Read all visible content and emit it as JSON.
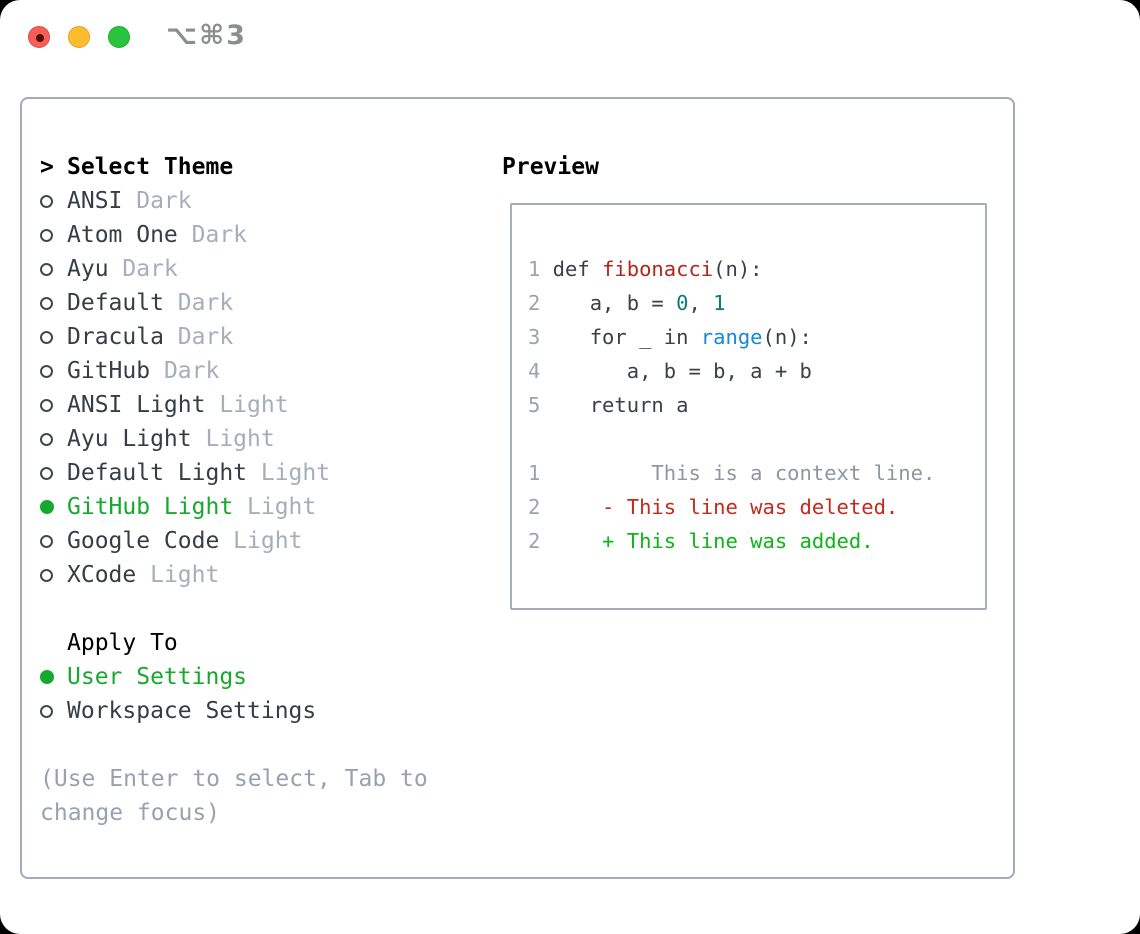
{
  "window": {
    "title": "⌥⌘3",
    "traffic_lights": [
      {
        "name": "close",
        "color": "#f65f57"
      },
      {
        "name": "minimize",
        "color": "#fdbc2f"
      },
      {
        "name": "zoom",
        "color": "#29c33d"
      }
    ]
  },
  "theme_panel": {
    "prompt": ">",
    "header": "Select Theme",
    "themes": [
      {
        "name": "ANSI",
        "variant": "Dark",
        "selected": false
      },
      {
        "name": "Atom One",
        "variant": "Dark",
        "selected": false
      },
      {
        "name": "Ayu",
        "variant": "Dark",
        "selected": false
      },
      {
        "name": "Default",
        "variant": "Dark",
        "selected": false
      },
      {
        "name": "Dracula",
        "variant": "Dark",
        "selected": false
      },
      {
        "name": "GitHub",
        "variant": "Dark",
        "selected": false
      },
      {
        "name": "ANSI Light",
        "variant": "Light",
        "selected": false
      },
      {
        "name": "Ayu Light",
        "variant": "Light",
        "selected": false
      },
      {
        "name": "Default Light",
        "variant": "Light",
        "selected": false
      },
      {
        "name": "GitHub Light",
        "variant": "Light",
        "selected": true
      },
      {
        "name": "Google Code",
        "variant": "Light",
        "selected": false
      },
      {
        "name": "XCode",
        "variant": "Light",
        "selected": false
      }
    ],
    "apply_to": {
      "header": "Apply To",
      "options": [
        {
          "name": "User Settings",
          "selected": true
        },
        {
          "name": "Workspace Settings",
          "selected": false
        }
      ]
    },
    "hint_line1": "(Use Enter to select, Tab to",
    "hint_line2": "change focus)"
  },
  "preview": {
    "header": "Preview",
    "lines": [
      {
        "num": "1",
        "tokens": [
          {
            "t": " def ",
            "c": "code"
          },
          {
            "t": "fibonacci",
            "c": "func"
          },
          {
            "t": "(n):",
            "c": "code"
          }
        ]
      },
      {
        "num": "2",
        "tokens": [
          {
            "t": "    a, b = ",
            "c": "code"
          },
          {
            "t": "0",
            "c": "num"
          },
          {
            "t": ", ",
            "c": "code"
          },
          {
            "t": "1",
            "c": "num"
          }
        ]
      },
      {
        "num": "3",
        "tokens": [
          {
            "t": "    for _ in ",
            "c": "code"
          },
          {
            "t": "range",
            "c": "builtin"
          },
          {
            "t": "(n):",
            "c": "code"
          }
        ]
      },
      {
        "num": "4",
        "tokens": [
          {
            "t": "       a, b = b, a + b",
            "c": "code"
          }
        ]
      },
      {
        "num": "5",
        "tokens": [
          {
            "t": "    return a",
            "c": "code"
          }
        ]
      },
      {
        "num": "",
        "tokens": []
      },
      {
        "num": "1",
        "tokens": [
          {
            "t": "         This is a context line.",
            "c": "ctx"
          }
        ]
      },
      {
        "num": "2",
        "tokens": [
          {
            "t": "     - This line was deleted.",
            "c": "del"
          }
        ]
      },
      {
        "num": "2",
        "tokens": [
          {
            "t": "     + This line was added.",
            "c": "add"
          }
        ]
      }
    ]
  },
  "colors": {
    "selected_green": "#17a82e",
    "added_green": "#0fb31b",
    "deleted_red": "#c42a1c",
    "function_red": "#b1271e",
    "number_teal": "#0b7e74",
    "builtin_blue": "#1688d4",
    "muted_gray": "#a6aeb9",
    "panel_border": "#a3abb8"
  }
}
